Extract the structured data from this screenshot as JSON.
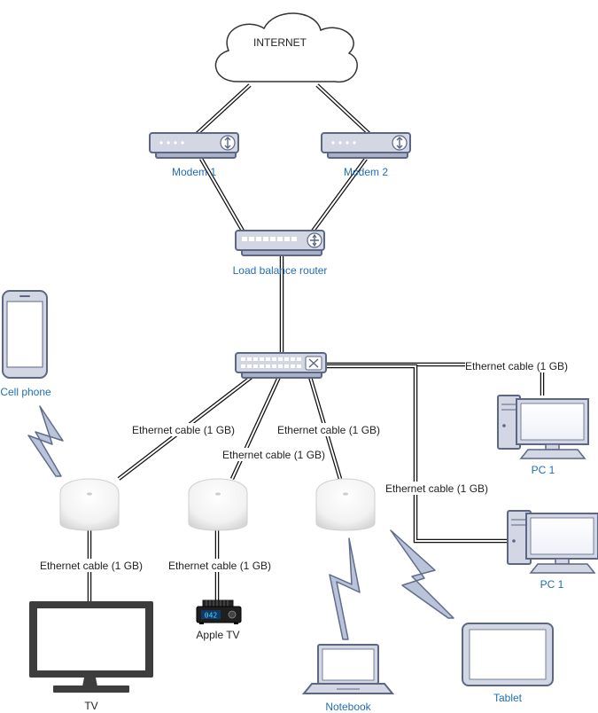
{
  "labels": {
    "internet": "INTERNET",
    "modem1": "Modem 1",
    "modem2": "Modem 2",
    "router": "Load balance router",
    "cell_phone": "Cell phone",
    "pc1_top": "PC 1",
    "pc1_bottom": "PC 1",
    "tv": "TV",
    "apple_tv": "Apple TV",
    "notebook": "Notebook",
    "tablet": "Tablet",
    "apple_tv_display": "042"
  },
  "cables": {
    "switch_to_pc_top": "Ethernet cable (1 GB)",
    "switch_to_pc_bottom": "Ethernet cable (1 GB)",
    "switch_to_wifi1": "Ethernet cable (1 GB)",
    "switch_to_wifi2": "Ethernet cable (1 GB)",
    "switch_to_wifi3": "Ethernet cable (1 GB)",
    "wifi1_to_tv": "Ethernet cable (1 GB)",
    "wifi2_to_appletv": "Ethernet cable (1 GB)"
  },
  "colors": {
    "device_fill": "#d3d7e3",
    "device_stroke": "#5b6785",
    "label_blue": "#1f6eb5",
    "tv_frame": "#3d3d3d"
  }
}
